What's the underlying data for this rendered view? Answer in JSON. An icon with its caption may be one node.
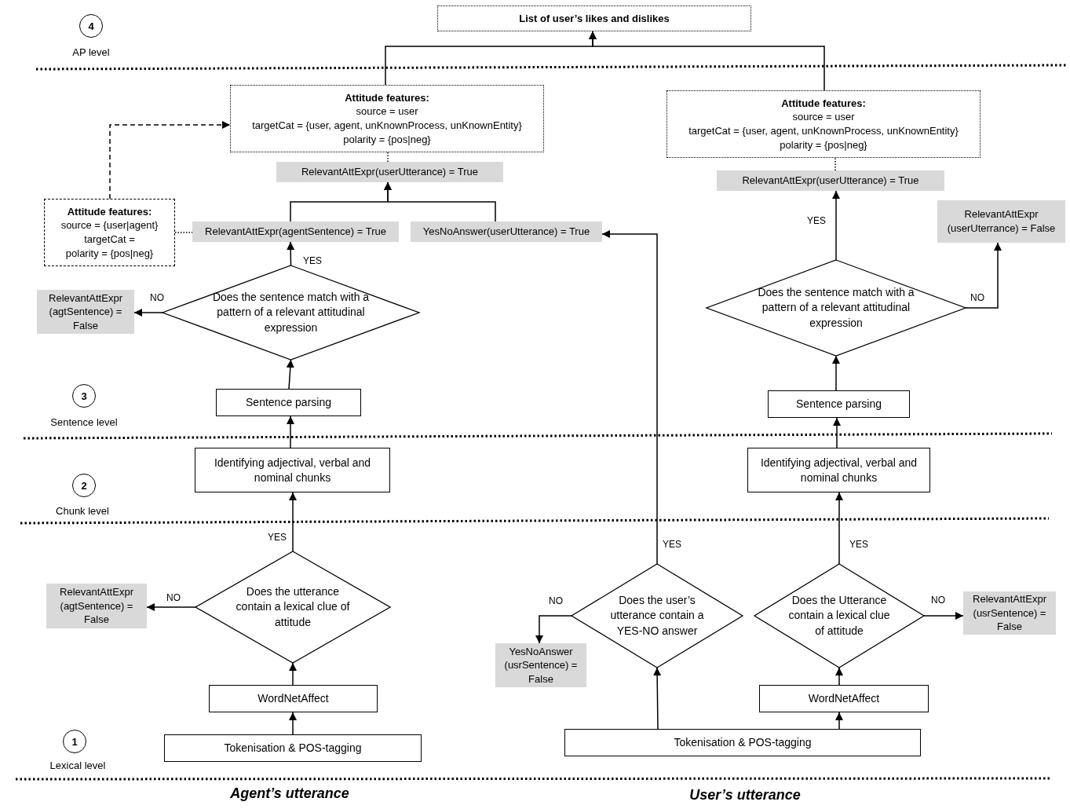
{
  "diagram": {
    "nodes": [
      {
        "text": [
          "List of user’s likes and dislikes"
        ]
      },
      {
        "text": [
          "Attitude features:",
          "source = user",
          "targetCat = {user, agent, unKnownProcess, unKnownEntity}",
          "polarity = {pos|neg}"
        ]
      },
      {
        "text": [
          "Attitude features:",
          "source = user",
          "targetCat = {user, agent, unKnownProcess, unKnownEntity}",
          "polarity = {pos|neg}"
        ]
      },
      {
        "text": [
          "RelevantAttExpr(userUtterance) = True"
        ]
      },
      {
        "text": [
          "RelevantAttExpr(userUtterance) = True"
        ]
      },
      {
        "text": [
          "Attitude features:",
          "source = {user|agent}",
          "targetCat =",
          "polarity = {pos|neg}"
        ]
      },
      {
        "text": [
          "RelevantAttExpr(agentSentence) = True"
        ]
      },
      {
        "text": [
          "YesNoAnswer(userUtterance) = True"
        ]
      },
      {
        "text": [
          "RelevantAttExpr (userUterrance) = False"
        ]
      },
      {
        "text": [
          "Does the sentence match with a pattern of a relevant attitudinal expression"
        ]
      },
      {
        "text": [
          "RelevantAttExpr (agtSentence) = False"
        ]
      },
      {
        "text": [
          "Does the sentence match with a pattern of a relevant attitudinal expression"
        ]
      },
      {
        "text": [
          "Sentence parsing"
        ]
      },
      {
        "text": [
          "Sentence parsing"
        ]
      },
      {
        "text": [
          "Identifying adjectival, verbal and nominal chunks"
        ]
      },
      {
        "text": [
          "Identifying adjectival, verbal and nominal chunks"
        ]
      },
      {
        "text": [
          "Does the utterance contain a lexical clue of attitude"
        ]
      },
      {
        "text": [
          "RelevantAttExpr (agtSentence) = False"
        ]
      },
      {
        "text": [
          "Does the user’s utterance contain a YES-NO answer"
        ]
      },
      {
        "text": [
          "YesNoAnswer (usrSentence) = False"
        ]
      },
      {
        "text": [
          "Does the Utterance contain a lexical clue of attitude"
        ]
      },
      {
        "text": [
          "RelevantAttExpr (usrSentence) = False"
        ]
      },
      {
        "text": [
          "WordNetAffect"
        ]
      },
      {
        "text": [
          "WordNetAffect"
        ]
      },
      {
        "text": [
          "Tokenisation & POS-tagging"
        ]
      },
      {
        "text": [
          "Tokenisation & POS-tagging"
        ]
      }
    ],
    "edges": [
      {
        "from": 1,
        "to": 0,
        "arrow": "to"
      },
      {
        "from": 2,
        "to": 0,
        "arrow": "to"
      },
      {
        "from": 3,
        "to": 1,
        "arrow": "none",
        "style": "dashed"
      },
      {
        "from": 4,
        "to": 2,
        "arrow": "none",
        "style": "dashed"
      },
      {
        "from": 6,
        "to": 3,
        "arrow": "to"
      },
      {
        "from": 7,
        "to": 3,
        "arrow": "to"
      },
      {
        "from": 5,
        "to": 1,
        "arrow": "to",
        "style": "dashed"
      },
      {
        "from": 5,
        "to": 6,
        "arrow": "none",
        "style": "dashed"
      },
      {
        "from": 9,
        "to": 6,
        "arrow": "to",
        "label": "YES"
      },
      {
        "from": 9,
        "to": 10,
        "arrow": "to",
        "label": "NO"
      },
      {
        "from": 12,
        "to": 9,
        "arrow": "to"
      },
      {
        "from": 14,
        "to": 12,
        "arrow": "to"
      },
      {
        "from": 16,
        "to": 14,
        "arrow": "to",
        "label": "YES"
      },
      {
        "from": 16,
        "to": 17,
        "arrow": "to",
        "label": "NO"
      },
      {
        "from": 22,
        "to": 16,
        "arrow": "to"
      },
      {
        "from": 24,
        "to": 22,
        "arrow": "to"
      },
      {
        "from": 11,
        "to": 4,
        "arrow": "to",
        "label": "YES"
      },
      {
        "from": 11,
        "to": 8,
        "arrow": "to",
        "label": "NO"
      },
      {
        "from": 13,
        "to": 11,
        "arrow": "to"
      },
      {
        "from": 15,
        "to": 13,
        "arrow": "to"
      },
      {
        "from": 20,
        "to": 15,
        "arrow": "to",
        "label": "YES"
      },
      {
        "from": 20,
        "to": 21,
        "arrow": "to",
        "label": "NO"
      },
      {
        "from": 23,
        "to": 20,
        "arrow": "to"
      },
      {
        "from": 25,
        "to": 23,
        "arrow": "to"
      },
      {
        "from": 25,
        "to": 18,
        "arrow": "to"
      },
      {
        "from": 18,
        "to": 7,
        "arrow": "to",
        "label": "YES"
      },
      {
        "from": 18,
        "to": 19,
        "arrow": "to",
        "label": "NO"
      }
    ],
    "labels": [
      "4",
      "AP level",
      "3",
      "Sentence level",
      "2",
      "Chunk level",
      "1",
      "Lexical level",
      "Agent’s utterance",
      "User’s utterance"
    ]
  }
}
